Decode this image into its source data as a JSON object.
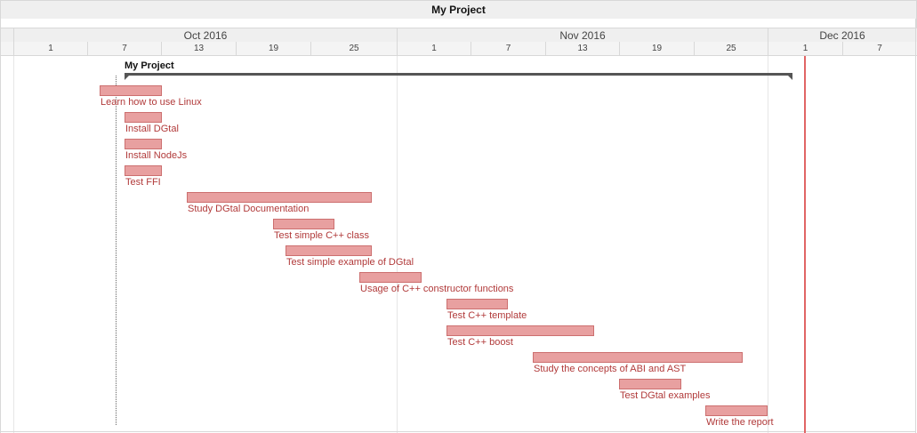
{
  "title": "My Project",
  "colors": {
    "task_fill": "#e8a0a0",
    "task_border": "#cc6f6f",
    "task_label": "#b13a3a",
    "today_line": "#e06565",
    "summary_bar": "#555555"
  },
  "timeline": {
    "months": [
      "Oct 2016",
      "Nov 2016",
      "Dec 2016"
    ],
    "days": [
      "1",
      "7",
      "13",
      "19",
      "25",
      "1",
      "7",
      "13",
      "19",
      "25",
      "1",
      "7"
    ]
  },
  "project": {
    "name": "My Project"
  },
  "tasks": [
    {
      "name": "Learn how to use Linux",
      "start": "2016-10-07",
      "end": "2016-10-12"
    },
    {
      "name": "Install DGtal",
      "start": "2016-10-09",
      "end": "2016-10-12"
    },
    {
      "name": "Install NodeJs",
      "start": "2016-10-09",
      "end": "2016-10-12"
    },
    {
      "name": "Test FFI",
      "start": "2016-10-09",
      "end": "2016-10-12"
    },
    {
      "name": "Study DGtal Documentation",
      "start": "2016-10-14",
      "end": "2016-10-29"
    },
    {
      "name": "Test simple C++ class",
      "start": "2016-10-21",
      "end": "2016-10-26"
    },
    {
      "name": "Test simple example of DGtal",
      "start": "2016-10-22",
      "end": "2016-10-29"
    },
    {
      "name": "Usage of C++ constructor functions",
      "start": "2016-10-28",
      "end": "2016-11-02"
    },
    {
      "name": "Test C++ template",
      "start": "2016-11-04",
      "end": "2016-11-09"
    },
    {
      "name": "Test C++ boost",
      "start": "2016-11-04",
      "end": "2016-11-16"
    },
    {
      "name": "Study the concepts of ABI and AST",
      "start": "2016-11-11",
      "end": "2016-11-28"
    },
    {
      "name": "Test DGtal examples",
      "start": "2016-11-18",
      "end": "2016-11-23"
    },
    {
      "name": "Write the report",
      "start": "2016-11-25",
      "end": "2016-11-30"
    }
  ]
}
